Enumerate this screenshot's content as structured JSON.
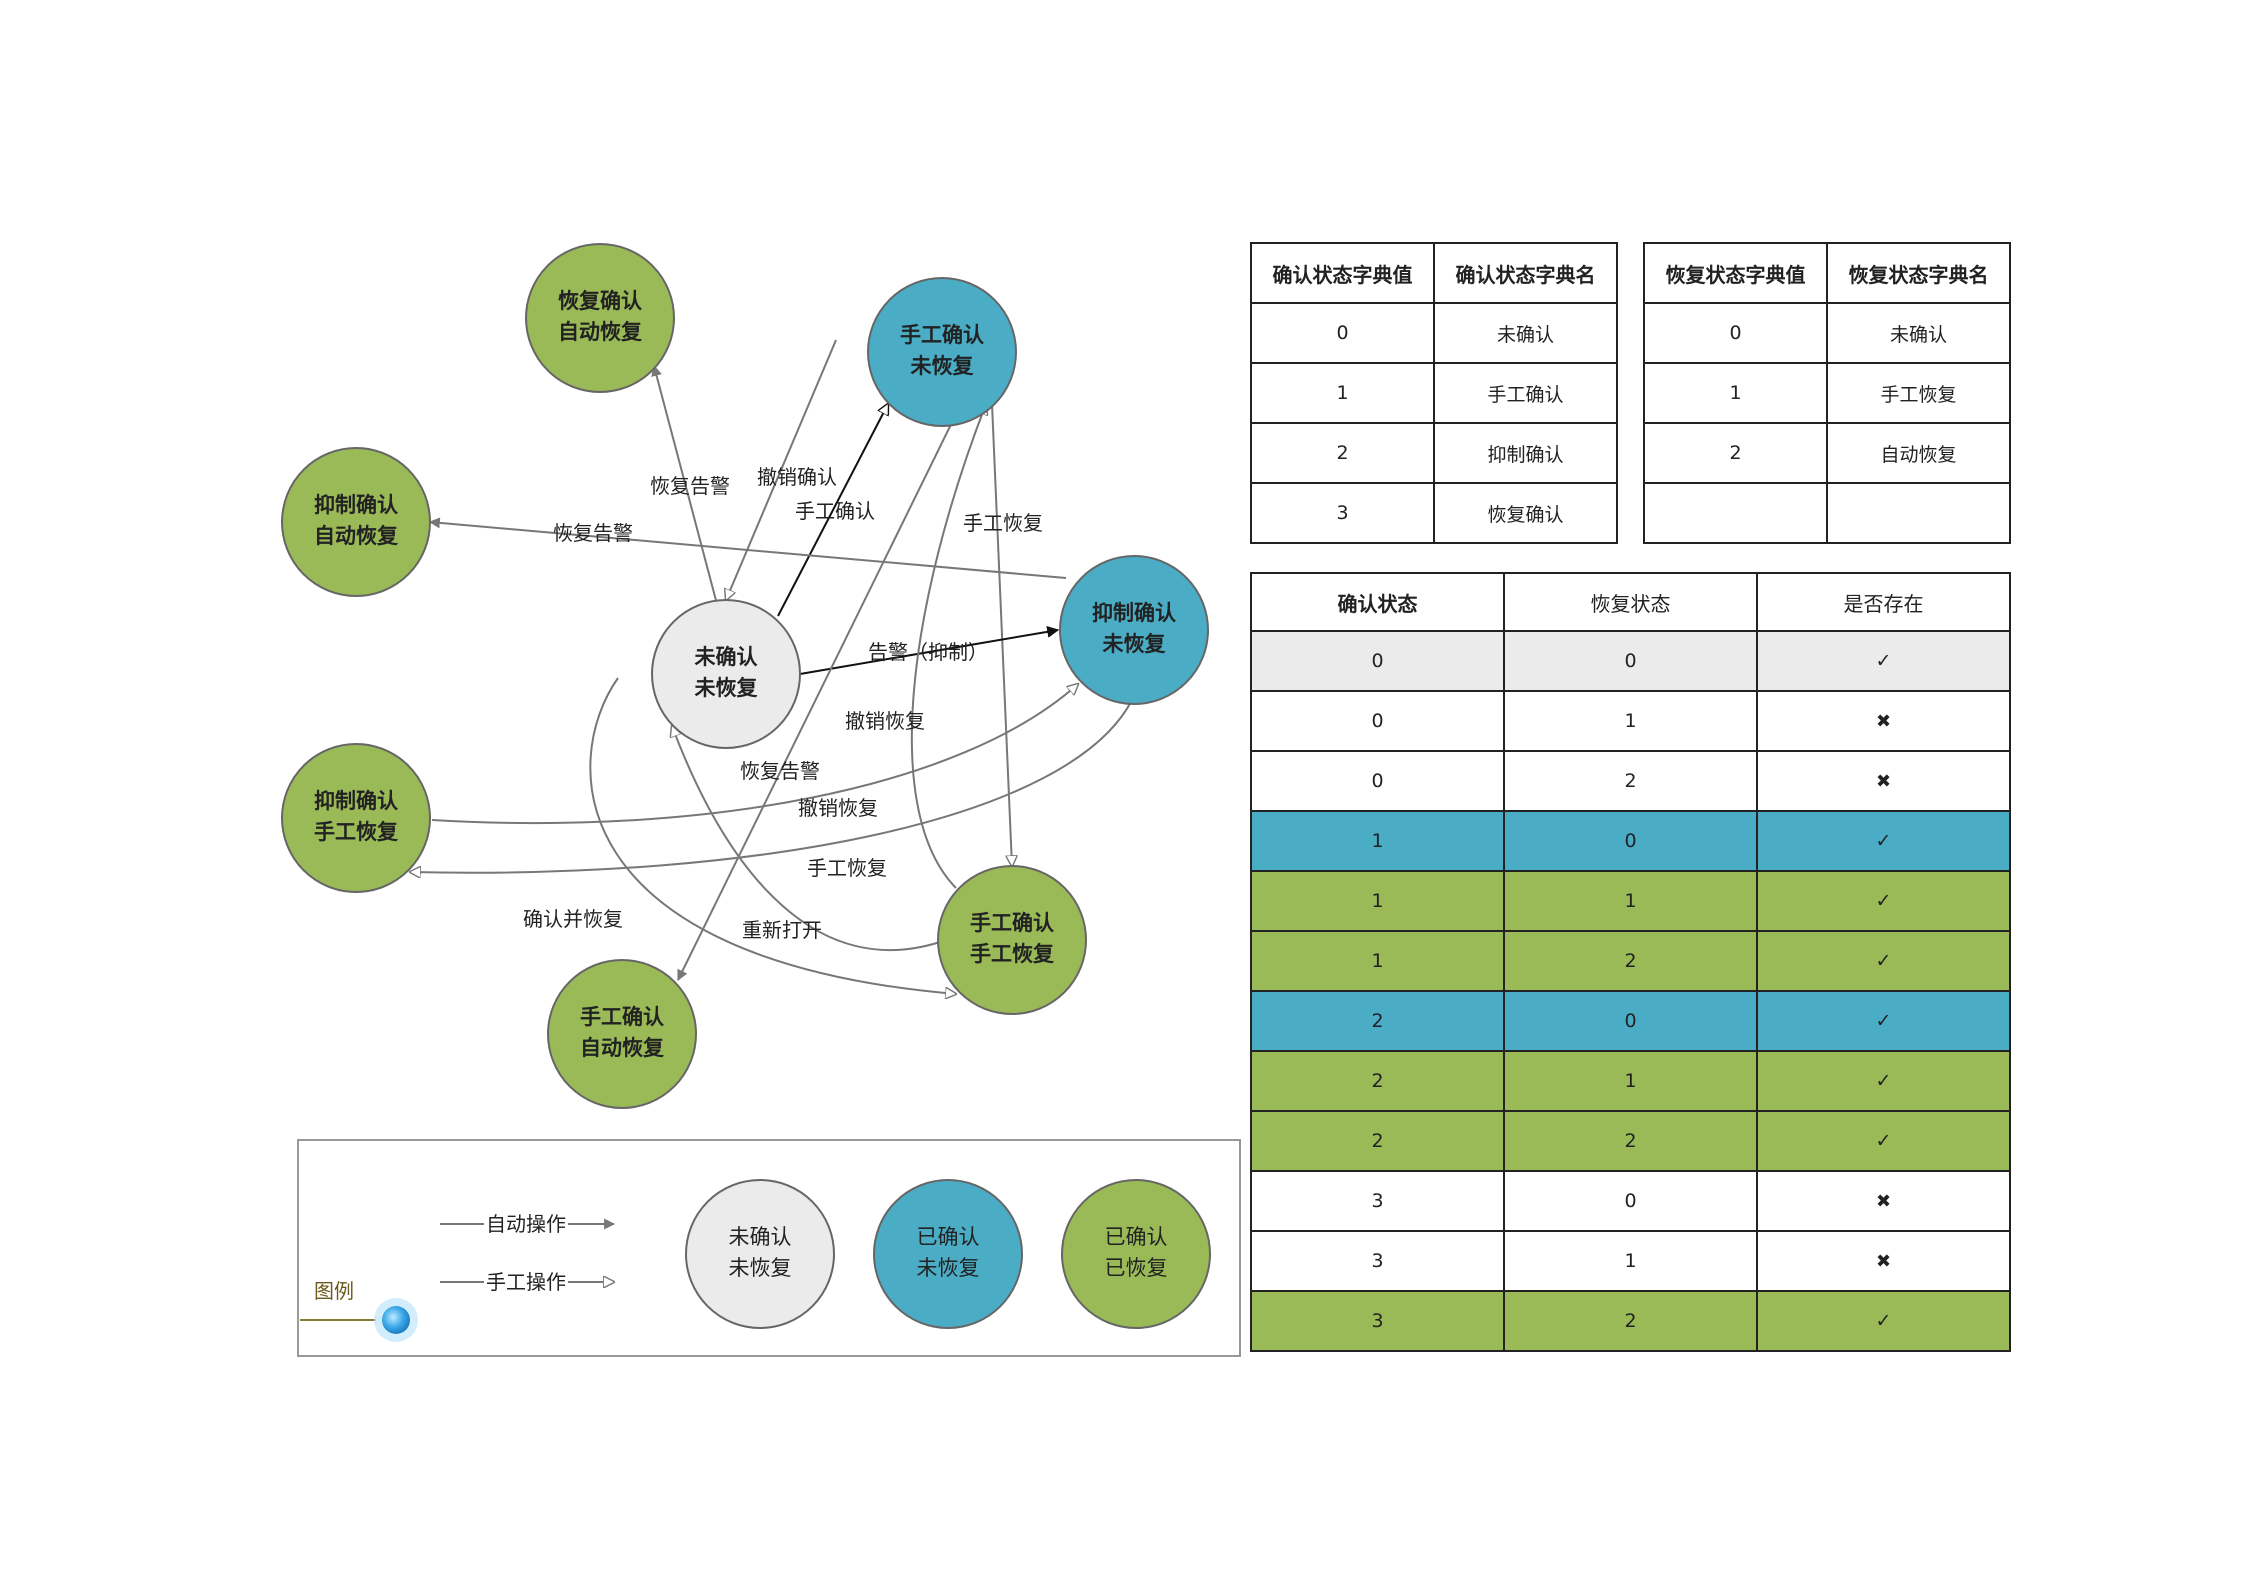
{
  "nodes": {
    "recover_confirm_auto": [
      "恢复确认",
      "自动恢复"
    ],
    "manual_confirm_unrecovered": [
      "手工确认",
      "未恢复"
    ],
    "suppress_confirm_auto": [
      "抑制确认",
      "自动恢复"
    ],
    "unconfirmed_unrecovered": [
      "未确认",
      "未恢复"
    ],
    "suppress_confirm_unrecovered": [
      "抑制确认",
      "未恢复"
    ],
    "suppress_confirm_manual": [
      "抑制确认",
      "手工恢复"
    ],
    "manual_confirm_manual": [
      "手工确认",
      "手工恢复"
    ],
    "manual_confirm_auto": [
      "手工确认",
      "自动恢复"
    ]
  },
  "edge_labels": {
    "recover_alarm_1": "恢复告警",
    "undo_confirm": "撤销确认",
    "manual_confirm": "手工确认",
    "manual_recover_1": "手工恢复",
    "recover_alarm_2": "恢复告警",
    "alarm_suppress": "告警（抑制）",
    "undo_recover_1": "撤销恢复",
    "recover_alarm_3": "恢复告警",
    "undo_recover_2": "撤销恢复",
    "manual_recover_2": "手工恢复",
    "confirm_and_recover": "确认并恢复",
    "reopen": "重新打开"
  },
  "legend": {
    "title": "图例",
    "auto_op": "自动操作",
    "manual_op": "手工操作",
    "circle_grey": [
      "未确认",
      "未恢复"
    ],
    "circle_blue": [
      "已确认",
      "未恢复"
    ],
    "circle_green": [
      "已确认",
      "已恢复"
    ]
  },
  "colors": {
    "green": "#9aba58",
    "blue": "#4bacc6",
    "grey": "#ebebeb",
    "row_grey": "#ebebeb"
  },
  "table_confirm": {
    "headers": [
      "确认状态字典值",
      "确认状态字典名"
    ],
    "rows": [
      [
        "0",
        "未确认"
      ],
      [
        "1",
        "手工确认"
      ],
      [
        "2",
        "抑制确认"
      ],
      [
        "3",
        "恢复确认"
      ]
    ]
  },
  "table_recover": {
    "headers": [
      "恢复状态字典值",
      "恢复状态字典名"
    ],
    "rows": [
      [
        "0",
        "未确认"
      ],
      [
        "1",
        "手工恢复"
      ],
      [
        "2",
        "自动恢复"
      ],
      [
        "",
        ""
      ]
    ]
  },
  "table_exist": {
    "headers": [
      "确认状态",
      "恢复状态",
      "是否存在"
    ],
    "rows": [
      {
        "c": "0",
        "r": "0",
        "e": "✓",
        "bg": "grey"
      },
      {
        "c": "0",
        "r": "1",
        "e": "✖",
        "bg": "white"
      },
      {
        "c": "0",
        "r": "2",
        "e": "✖",
        "bg": "white"
      },
      {
        "c": "1",
        "r": "0",
        "e": "✓",
        "bg": "blue"
      },
      {
        "c": "1",
        "r": "1",
        "e": "✓",
        "bg": "green"
      },
      {
        "c": "1",
        "r": "2",
        "e": "✓",
        "bg": "green"
      },
      {
        "c": "2",
        "r": "0",
        "e": "✓",
        "bg": "blue"
      },
      {
        "c": "2",
        "r": "1",
        "e": "✓",
        "bg": "green"
      },
      {
        "c": "2",
        "r": "2",
        "e": "✓",
        "bg": "green"
      },
      {
        "c": "3",
        "r": "0",
        "e": "✖",
        "bg": "white"
      },
      {
        "c": "3",
        "r": "1",
        "e": "✖",
        "bg": "white"
      },
      {
        "c": "3",
        "r": "2",
        "e": "✓",
        "bg": "green"
      }
    ]
  }
}
